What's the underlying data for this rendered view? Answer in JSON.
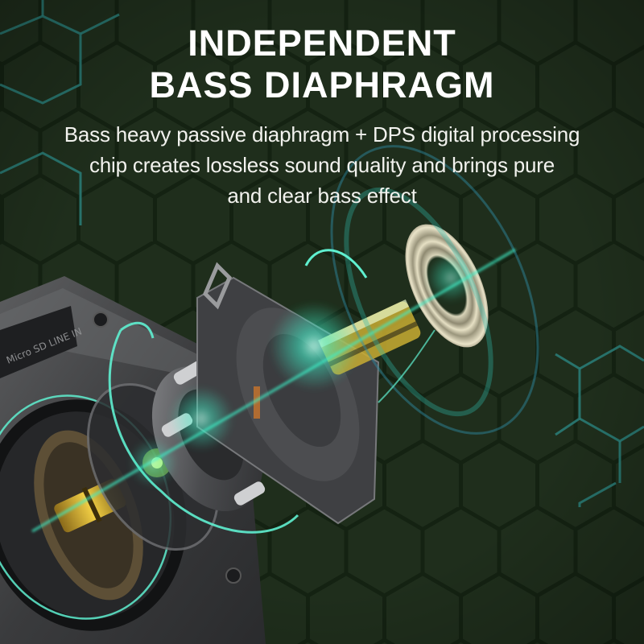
{
  "headline": {
    "line1": "INDEPENDENT",
    "line2": "BASS DIAPHRAGM"
  },
  "description": {
    "line1": "Bass heavy passive diaphragm + DPS digital processing",
    "line2": "chip creates lossless sound quality and brings pure",
    "line3": "and clear bass effect"
  },
  "product": {
    "port_label": "Micro SD  LINE IN",
    "components": [
      "speaker-housing",
      "woofer-driver",
      "passive-bass-diaphragm",
      "magnet-assembly",
      "diaphragm-ring"
    ]
  },
  "colors": {
    "background": "#1f2e1c",
    "hex_line_dark": "#142212",
    "hex_line_teal": "#2a7f7a",
    "glow_cyan": "#3ef0c8",
    "text": "#ffffff",
    "accent_gold": "#d9b23a"
  }
}
